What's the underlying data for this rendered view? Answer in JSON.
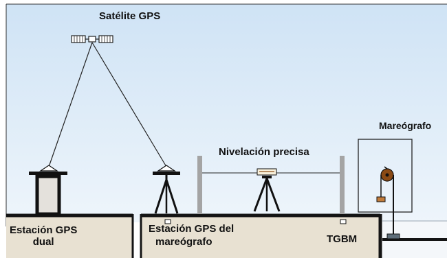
{
  "labels": {
    "satellite": "Satélite GPS",
    "tide_gauge": "Mareógrafo",
    "leveling": "Nivelación precisa",
    "dual_station_line1": "Estación GPS",
    "dual_station_line2": "dual",
    "gauge_station_line1": "Estación GPS del",
    "gauge_station_line2": "mareógrafo",
    "tgbm": "TGBM"
  },
  "colors": {
    "sky_top": "#cfe3f5",
    "sky_bottom": "#eef5fb",
    "ground_fill": "#e8e1d2",
    "ground_edge": "#141414",
    "pillar_fill": "#e4e1dc",
    "staff": "#a4a4a4",
    "gauge_weight": "#8a4a14"
  }
}
